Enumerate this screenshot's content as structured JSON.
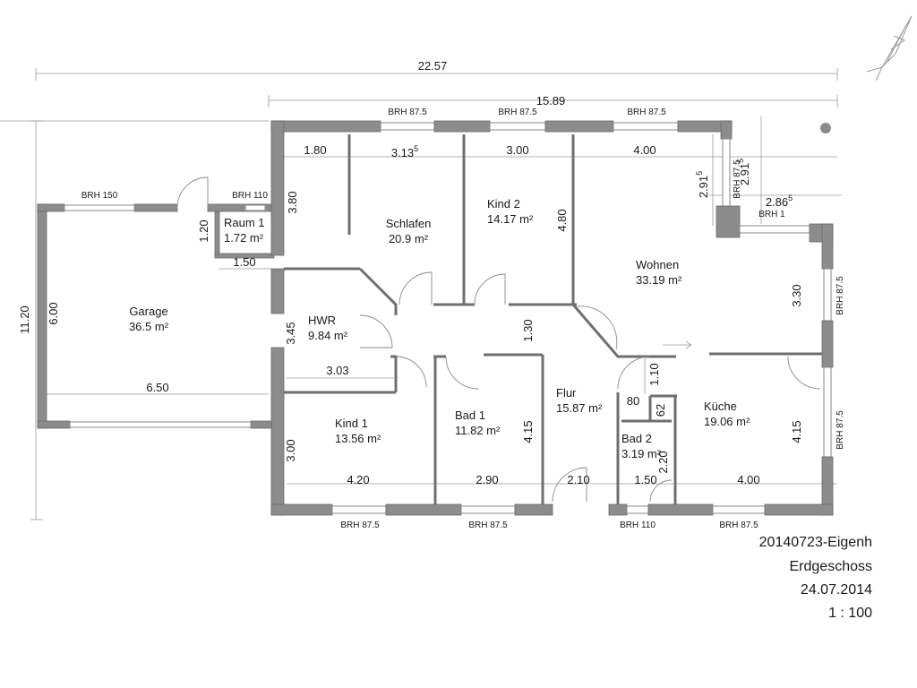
{
  "dimensions": {
    "overall_width": "22.57",
    "house_width": "15.89",
    "overall_depth": "11.20",
    "garage_depth": "6.00",
    "garage_width": "6.50",
    "raum1_h": "1.20",
    "raum1_w": "1.50",
    "schlafen_a": "1.80",
    "schlafen_b": "3.13",
    "schlafen_b_sup": "5",
    "schlafen_depth": "3.80",
    "kind2_w": "3.00",
    "kind2_depth": "4.80",
    "wohnen_w": "4.00",
    "wohnen_w2": "2.91",
    "wohnen_w2_sup": "5",
    "wohnen_w3": "2.86",
    "wohnen_w3_sup": "5",
    "wohnen_depth": "3.30",
    "hwr_depth": "3.45",
    "hwr_w": "3.03",
    "flur_depth": "1.30",
    "kind1_depth": "3.00",
    "kind1_w": "4.20",
    "bad1_w": "2.90",
    "bad1_depth": "4.15",
    "flur_w": "2.10",
    "bad2_w": "1.50",
    "bad2_depth": "2.20",
    "kuche_w": "4.00",
    "kuche_depth": "4.15",
    "kuche_h1": "1.10",
    "small_80": "80",
    "small_62": "62"
  },
  "windows": {
    "brh_150": "BRH 150",
    "brh_110": "BRH 110",
    "brh_875": "BRH 87.5",
    "brh_1": "BRH 1"
  },
  "rooms": [
    {
      "name": "Garage",
      "area": "36.5 m²"
    },
    {
      "name": "Raum 1",
      "area": "1.72 m²"
    },
    {
      "name": "Schlafen",
      "area": "20.9 m²"
    },
    {
      "name": "Kind 2",
      "area": "14.17 m²"
    },
    {
      "name": "Wohnen",
      "area": "33.19 m²"
    },
    {
      "name": "HWR",
      "area": "9.84 m²"
    },
    {
      "name": "Kind 1",
      "area": "13.56 m²"
    },
    {
      "name": "Bad 1",
      "area": "11.82 m²"
    },
    {
      "name": "Flur",
      "area": "15.87 m²"
    },
    {
      "name": "Bad 2",
      "area": "3.19 m²"
    },
    {
      "name": "Küche",
      "area": "19.06 m²"
    }
  ],
  "title_block": {
    "project": "20140723-Eigenh",
    "floor": "Erdgeschoss",
    "date": "24.07.2014",
    "scale": "1 : 100"
  },
  "colors": {
    "wall": "#8c8c8c",
    "line": "#9a9a9a"
  }
}
